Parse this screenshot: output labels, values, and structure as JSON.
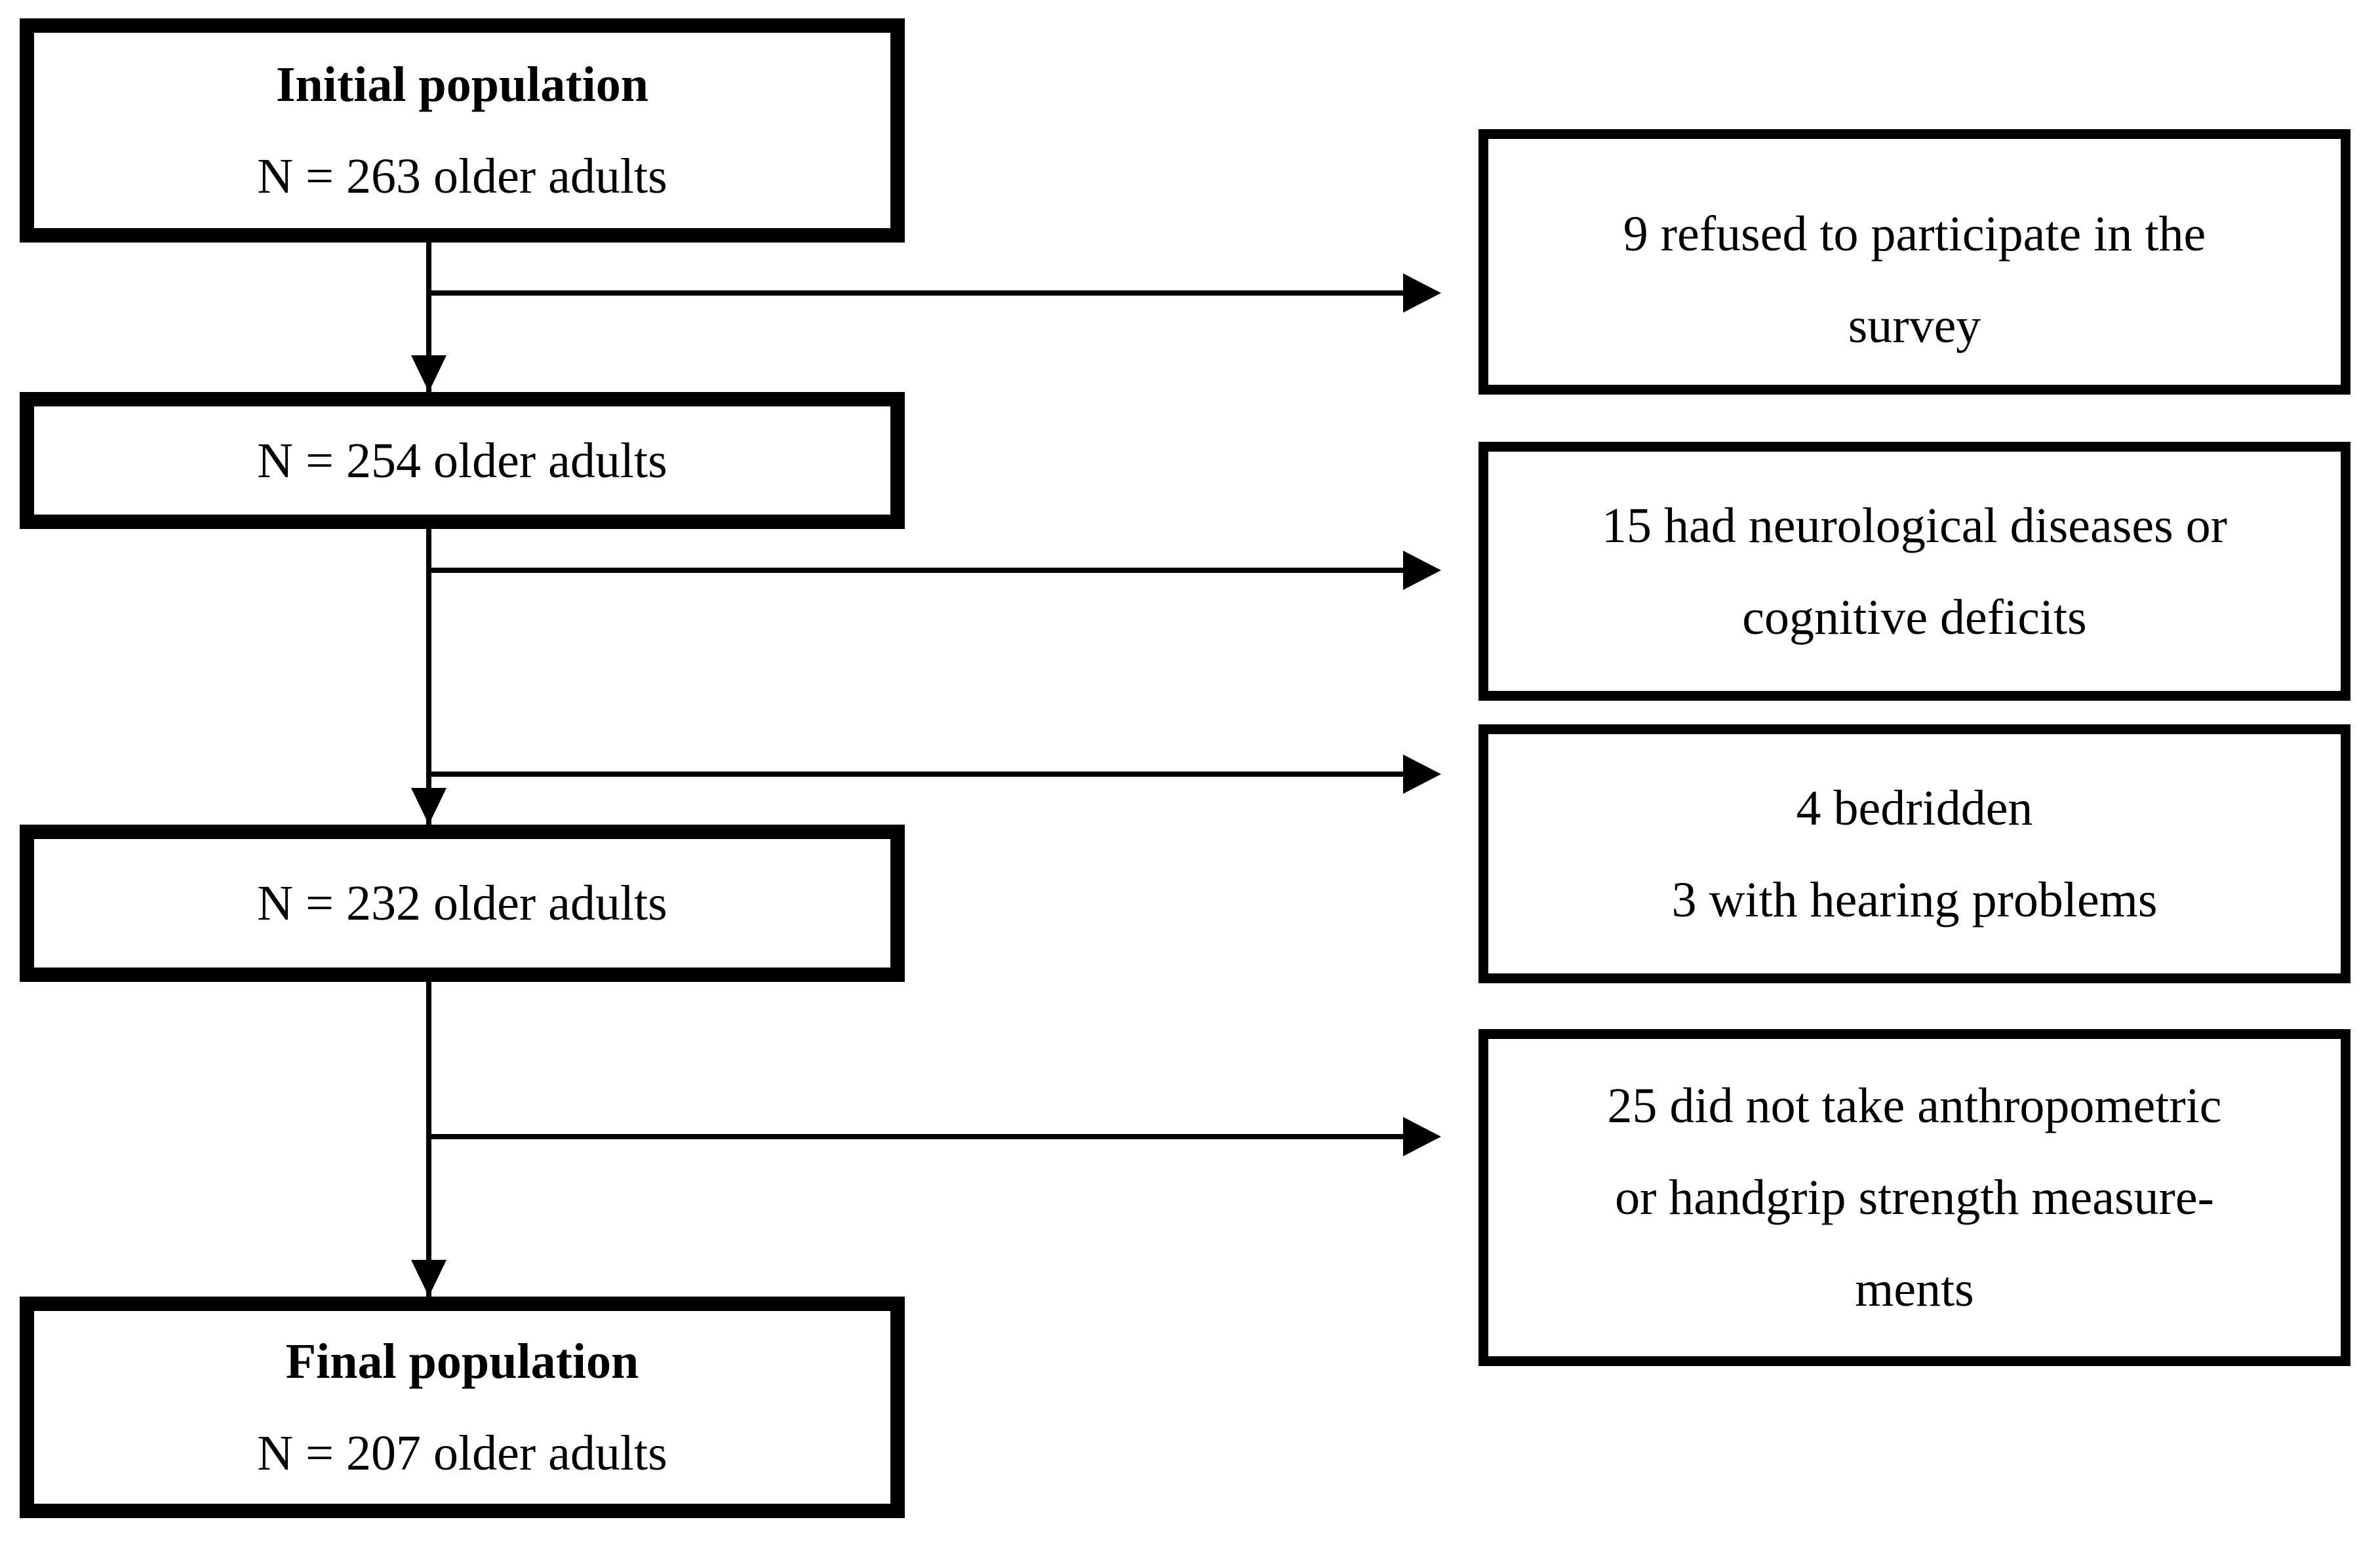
{
  "figure": {
    "type": "participant-flow-diagram",
    "background_color": "#ffffff",
    "ink_color": "#000000"
  },
  "left_boxes": [
    {
      "title": "Initial population",
      "count": "N = 263 older adults"
    },
    {
      "count": "N = 254 older adults"
    },
    {
      "count": "N = 232 older adults"
    },
    {
      "title": "Final population",
      "count": "N = 207 older adults"
    }
  ],
  "right_boxes": [
    {
      "line1": "9 refused to participate in the",
      "line2": "survey"
    },
    {
      "line1": "15 had neurological diseases or",
      "line2": "cognitive deficits"
    },
    {
      "line1": "4 bedridden",
      "line2": "3 with hearing problems"
    },
    {
      "line1": "25 did not take anthropometric",
      "line2": "or handgrip strength measure-",
      "line3": "ments"
    }
  ]
}
